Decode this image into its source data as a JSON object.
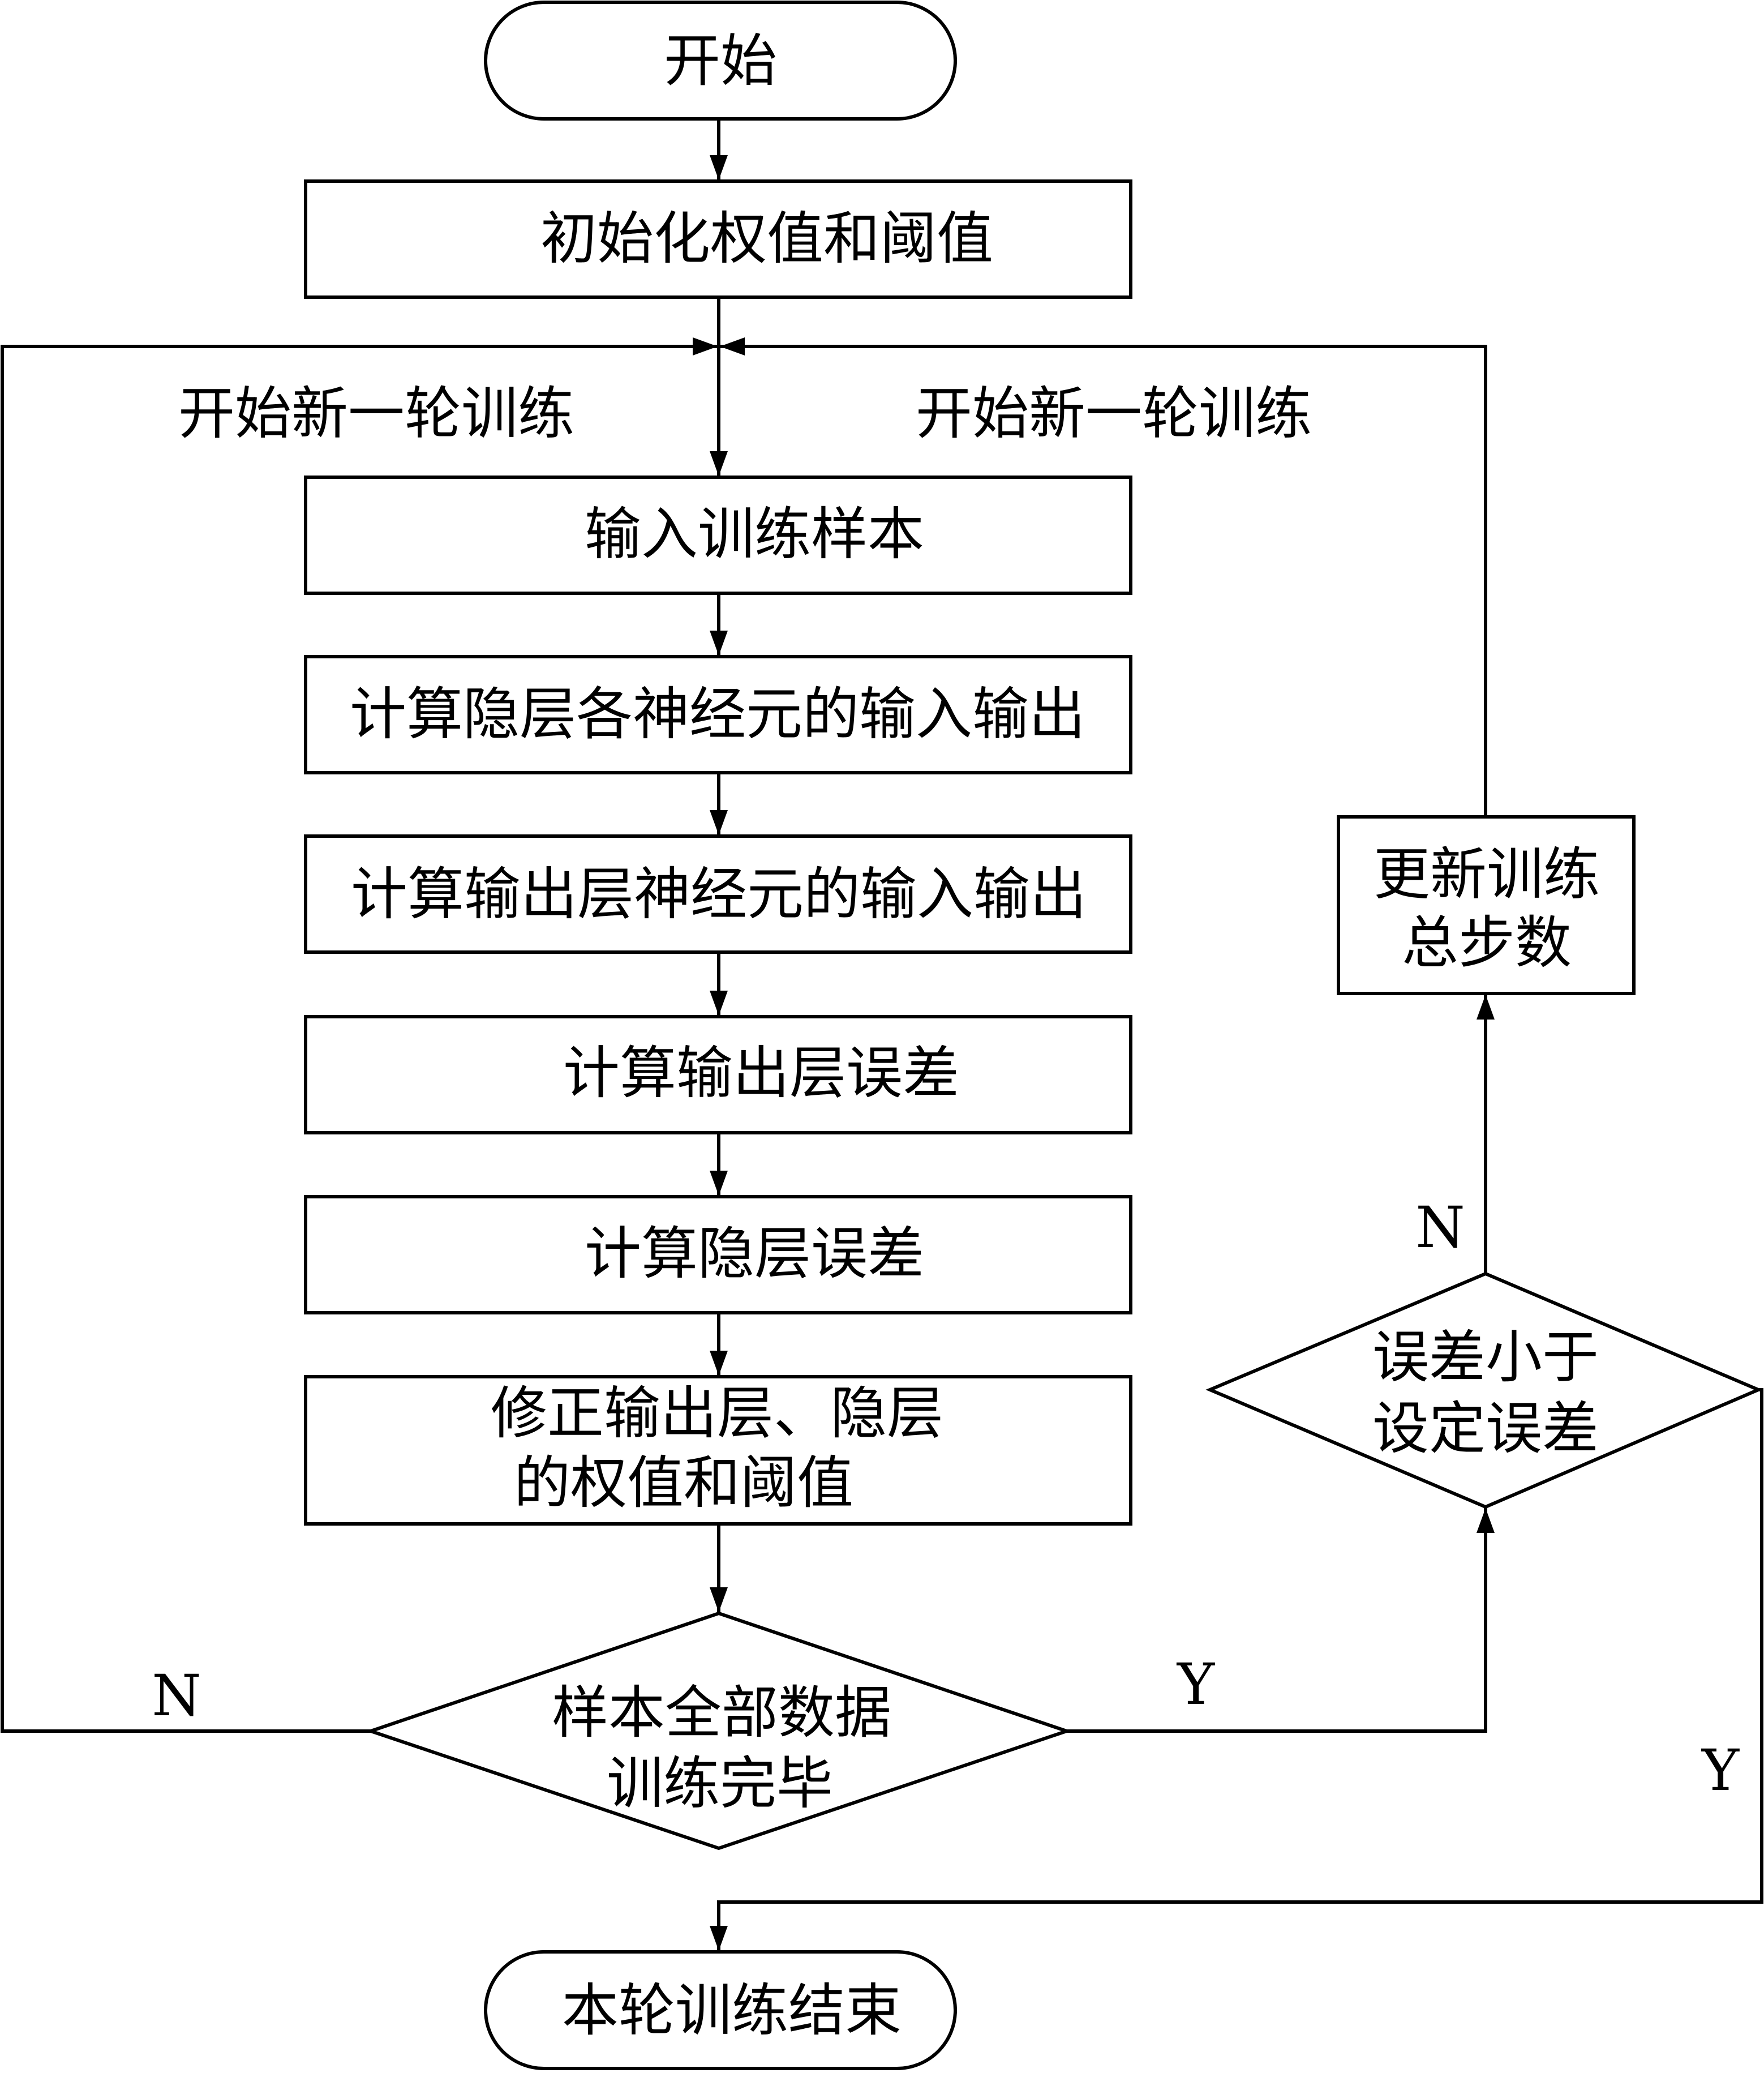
{
  "nodes": {
    "start": "开始",
    "init": "初始化权值和阈值",
    "input_sample": "输入训练样本",
    "calc_hidden_io": "计算隐层各神经元的输入输出",
    "calc_output_io": "计算输出层神经元的输入输出",
    "calc_output_err": "计算输出层误差",
    "calc_hidden_err": "计算隐层误差",
    "adjust_line1": "修正输出层、隐层",
    "adjust_line2": "的权值和阈值",
    "samples_done_line1": "样本全部数据",
    "samples_done_line2": "训练完毕",
    "error_check_line1": "误差小于",
    "error_check_line2": "设定误差",
    "update_steps_line1": "更新训练",
    "update_steps_line2": "总步数",
    "end": "本轮训练结束"
  },
  "labels": {
    "new_round_left": "开始新一轮训练",
    "new_round_right": "开始新一轮训练",
    "samples_no": "N",
    "samples_yes": "Y",
    "error_no": "N",
    "error_yes": "Y"
  }
}
